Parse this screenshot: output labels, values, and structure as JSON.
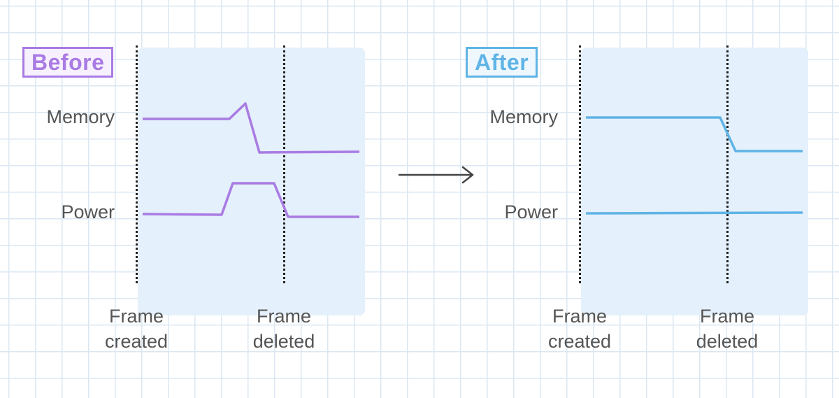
{
  "colors": {
    "before": "#a97be3",
    "before_shade": "#e4f0fb",
    "after": "#5fb4e6",
    "after_shade": "#e4f0fb",
    "arrow": "#444444"
  },
  "before": {
    "title": "Before",
    "memory_label": "Memory",
    "power_label": "Power",
    "frame_created": [
      "Frame",
      "created"
    ],
    "frame_deleted": [
      "Frame",
      "deleted"
    ]
  },
  "after": {
    "title": "After",
    "memory_label": "Memory",
    "power_label": "Power",
    "frame_created": [
      "Frame",
      "created"
    ],
    "frame_deleted": [
      "Frame",
      "deleted"
    ]
  }
}
